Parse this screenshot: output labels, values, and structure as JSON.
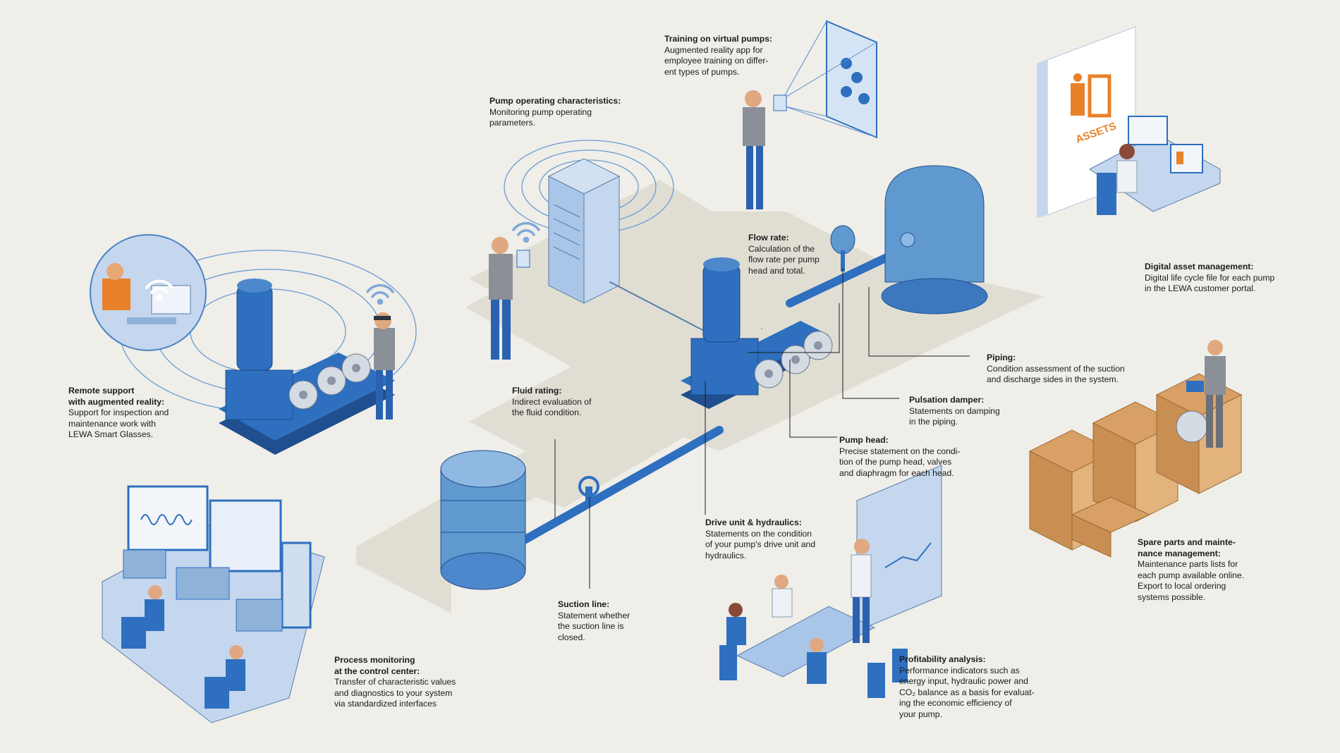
{
  "annotations": [
    {
      "id": "training",
      "title": "Training on virtual pumps:",
      "body": "Augmented reality app for\nemployee training on differ-\nent types of pumps."
    },
    {
      "id": "operating",
      "title": "Pump operating characteristics:",
      "body": "Monitoring pump operating\nparameters."
    },
    {
      "id": "asset",
      "title": "Digital asset management:",
      "body": "Digital life cycle file for each pump\nin the LEWA customer portal."
    },
    {
      "id": "remote",
      "title": "Remote support\nwith augmented reality:",
      "body": "Support for inspection and\nmaintenance work with\nLEWA Smart Glasses."
    },
    {
      "id": "fluid",
      "title": "Fluid rating:",
      "body": "Indirect evaluation of\nthe fluid condition."
    },
    {
      "id": "flow",
      "title": "Flow rate:",
      "body": "Calculation of the\nflow rate per pump\nhead and total."
    },
    {
      "id": "piping",
      "title": "Piping:",
      "body": "Condition assessment of the suction\nand discharge sides in the system."
    },
    {
      "id": "damper",
      "title": "Pulsation damper:",
      "body": "Statements on damping\nin the piping."
    },
    {
      "id": "head",
      "title": "Pump head:",
      "body": "Precise statement on the condi-\ntion of the pump head, valves\nand diaphragm for each head."
    },
    {
      "id": "drive",
      "title": "Drive unit & hydraulics:",
      "body": "Statements on the condition\nof your pump's drive unit and\nhydraulics."
    },
    {
      "id": "suction",
      "title": "Suction line:",
      "body": "Statement whether\nthe suction line is\nclosed."
    },
    {
      "id": "spare",
      "title": "Spare parts and mainte-\nnance management:",
      "body": "Maintenance parts lists for\neach pump available online.\nExport to local ordering\nsystems possible."
    },
    {
      "id": "control",
      "title": "Process monitoring\nat the control center:",
      "body": "Transfer of characteristic values\nand diagnostics to your system\nvia standardized interfaces"
    },
    {
      "id": "profit",
      "title": "Profitability analysis:",
      "body": "Performance indicators such as\nenergy input, hydraulic power and\nCO₂ balance as a basis for evaluat-\ning the economic efficiency of\nyour pump."
    }
  ],
  "asset_logo_text": "ASSETS",
  "colors": {
    "background": "#efeee9",
    "floor": "#e0ded3",
    "pump_blue": "#2e6fbf",
    "pump_dark": "#1f4f8e",
    "tank_blue": "#5f99cf",
    "light_blue": "#a9c6e8",
    "orange": "#e8812a",
    "box": "#d9a066"
  }
}
